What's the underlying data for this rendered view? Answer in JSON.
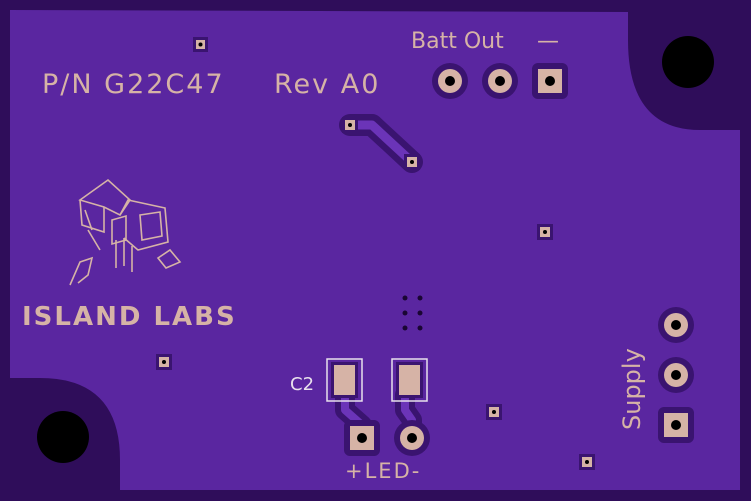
{
  "board": {
    "part_number": "P/N G22C47",
    "revision": "Rev A0",
    "company": "ISLAND LABS",
    "batt_out_label": "Batt Out",
    "batt_out_polarity": "—",
    "supply_label": "Supply",
    "led_label": "+LED-",
    "capacitor_ref": "C2"
  },
  "colors": {
    "substrate": "#2f0d5a",
    "copper_pour": "#5a26a0",
    "silkscreen": "#d6b3a6",
    "pad": "#d6b3a6",
    "hole": "#000000"
  }
}
